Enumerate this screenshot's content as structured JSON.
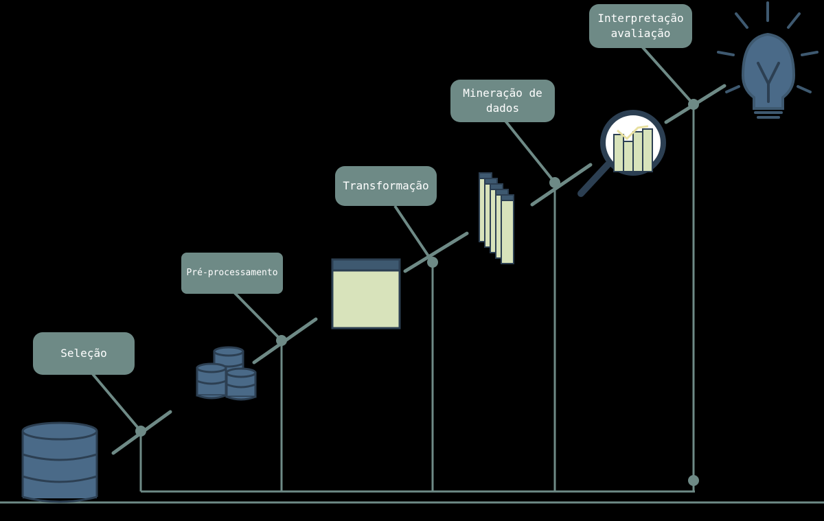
{
  "steps": [
    {
      "label": "Seleção"
    },
    {
      "label": "Pré-processamento"
    },
    {
      "label": "Transformação"
    },
    {
      "label": "Mineração de\ndados"
    },
    {
      "label": "Interpretação\navaliação"
    }
  ],
  "captions": [
    "",
    "",
    "",
    "",
    "",
    ""
  ],
  "colors": {
    "background": "#000000",
    "line": "#6e8a86",
    "bubble": "#6e8a86",
    "bubble_text": "#ffffff",
    "database": "#4a6a88",
    "database_dark": "#2c3f52",
    "document": "#d8e3bb",
    "document_header": "#3e5970",
    "caption": "#2f4a66"
  },
  "icons": [
    "database-icon",
    "target-data-icon",
    "document-icon",
    "stacked-documents-icon",
    "magnifier-chart-icon",
    "lightbulb-icon"
  ]
}
